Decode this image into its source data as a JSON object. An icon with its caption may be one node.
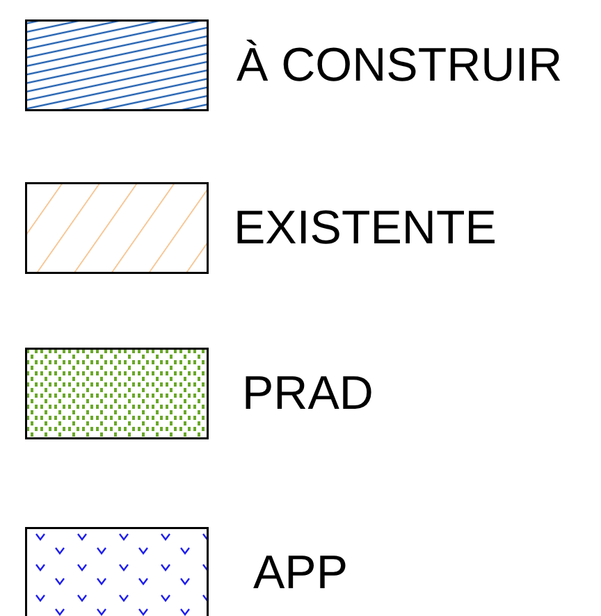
{
  "diagram": {
    "legend": [
      {
        "text": "À CONSTRUIR"
      },
      {
        "text": "EXISTENTE"
      },
      {
        "text": "PRAD"
      },
      {
        "text": "APP"
      }
    ]
  }
}
